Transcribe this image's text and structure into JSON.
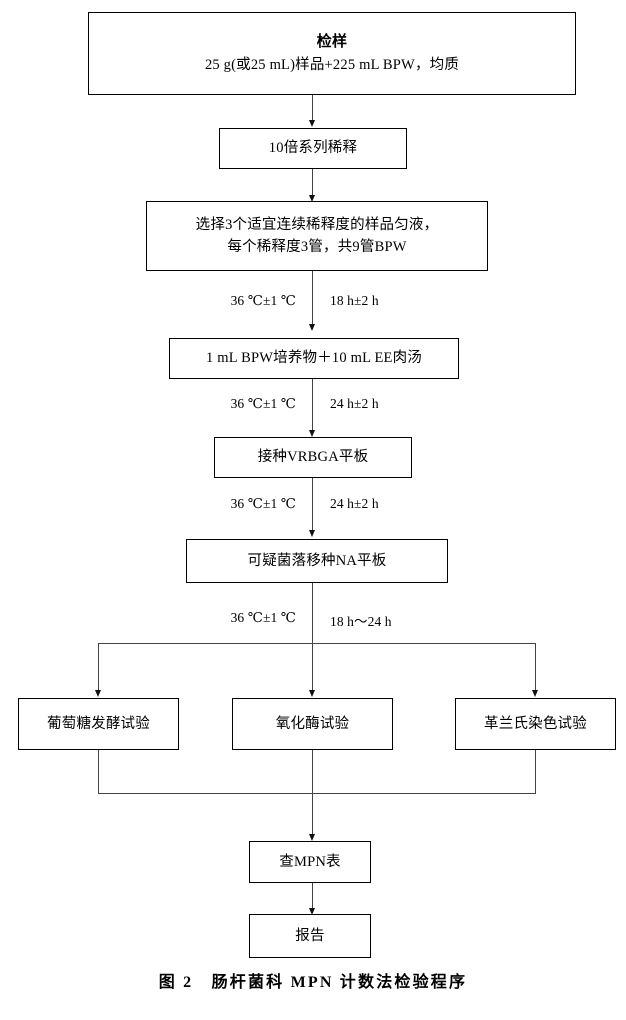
{
  "figure": {
    "caption": "图 2　肠杆菌科 MPN 计数法检验程序",
    "caption_number": "图 2",
    "caption_title": "肠杆菌科 MPN 计数法检验程序"
  },
  "nodes": {
    "sample": {
      "title": "检样",
      "detail": "25 g(或25 mL)样品+225 mL BPW，均质"
    },
    "dilution": {
      "label": "10倍系列稀释"
    },
    "select_dilutions": {
      "line1": "选择3个适宜连续稀释度的样品匀液，",
      "line2": "每个稀释度3管，共9管BPW"
    },
    "ee_broth": {
      "label": "1 mL BPW培养物＋10 mL EE肉汤"
    },
    "vrbga": {
      "label": "接种VRBGA平板"
    },
    "na_plate": {
      "label": "可疑菌落移种NA平板"
    },
    "test_glucose": {
      "label": "葡萄糖发酵试验"
    },
    "test_oxidase": {
      "label": "氧化酶试验"
    },
    "test_gram": {
      "label": "革兰氏染色试验"
    },
    "mpn_table": {
      "label": "查MPN表"
    },
    "report": {
      "label": "报告"
    }
  },
  "annotations": [
    {
      "id": "step1",
      "temperature": "36 ℃±1 ℃",
      "time": "18 h±2 h"
    },
    {
      "id": "step2",
      "temperature": "36 ℃±1 ℃",
      "time": "24 h±2 h"
    },
    {
      "id": "step3",
      "temperature": "36 ℃±1 ℃",
      "time": "24 h±2 h"
    },
    {
      "id": "step4",
      "temperature": "36 ℃±1 ℃",
      "time": "18 h～24 h"
    }
  ],
  "style": {
    "line_color": "#444444",
    "box_border_color": "#000000",
    "background": "#ffffff",
    "text_color": "#000000"
  }
}
